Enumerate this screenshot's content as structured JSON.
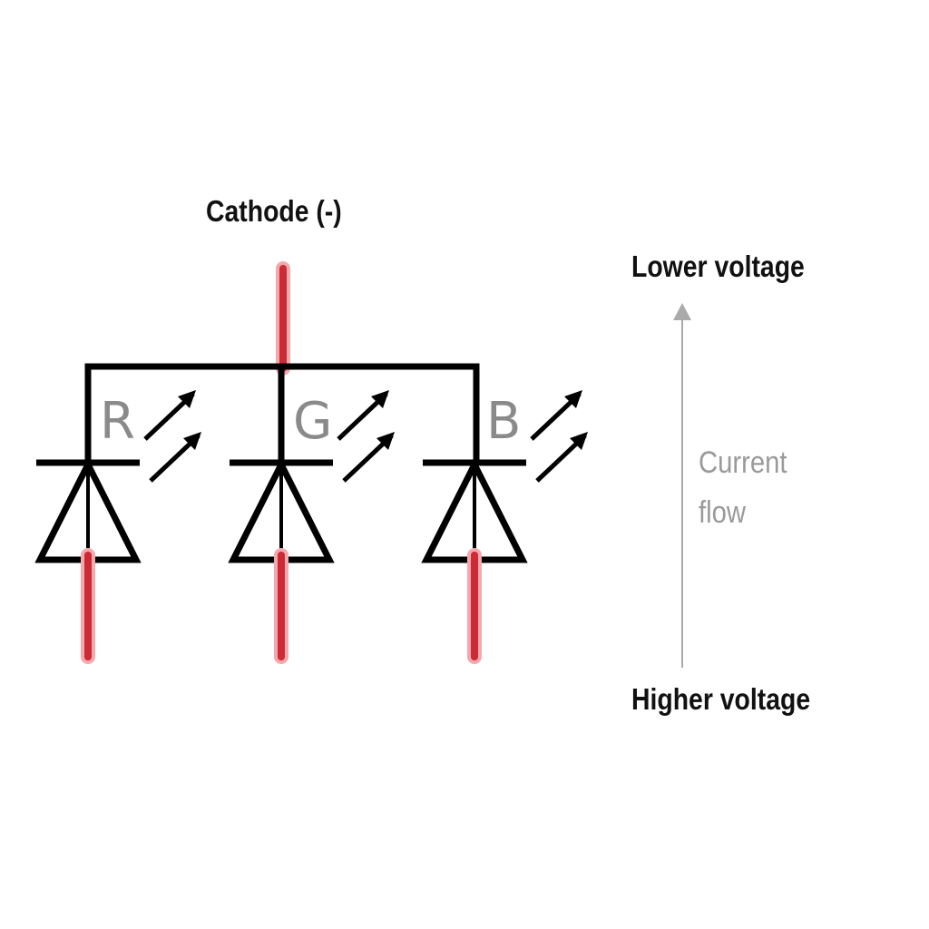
{
  "labels": {
    "cathode": "Cathode (-)",
    "lower_voltage": "Lower voltage",
    "higher_voltage": "Higher voltage",
    "current_flow_line1": "Current",
    "current_flow_line2": "flow"
  },
  "leds": [
    {
      "letter": "R"
    },
    {
      "letter": "G"
    },
    {
      "letter": "B"
    }
  ],
  "colors": {
    "wire": "#000000",
    "pin": "#cc2a35",
    "pin_glow": "#f2a9ae",
    "led_letter": "#8a8a8a",
    "arrow": "#aaaaaa"
  }
}
